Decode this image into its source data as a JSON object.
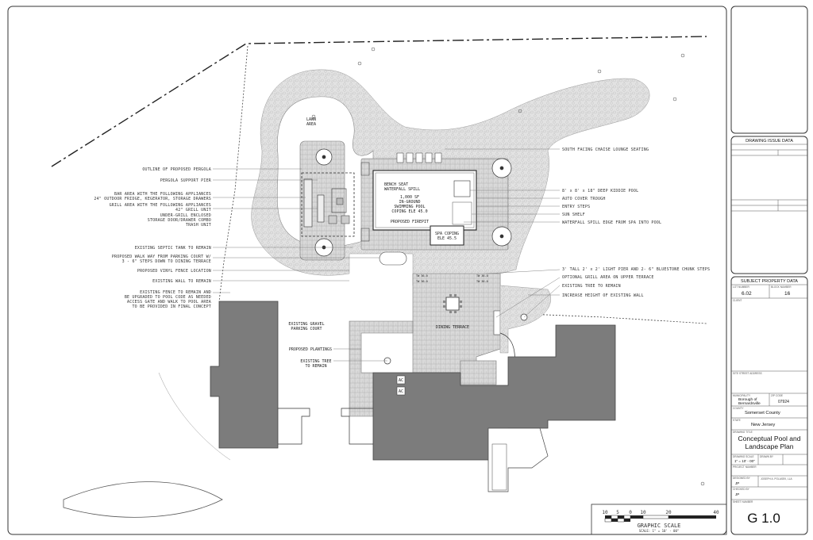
{
  "left_notes": [
    {
      "text": "OUTLINE OF PROPOSED PERGOLA"
    },
    {
      "text": "PERGOLA SUPPORT PIER"
    },
    {
      "text": "BAR AREA WITH THE FOLLOWING APPLIANCES"
    },
    {
      "text": "24\" OUTDOOR FRIDGE, KEGERATOR, STORAGE DRAWERS"
    },
    {
      "text": "GRILL AREA WITH THE FOLLOWING APPLIANCES"
    },
    {
      "text": "42\" GRILL UNIT"
    },
    {
      "text": "UNDER-GRILL ENCLOSED"
    },
    {
      "text": "STORAGE DOOR/DRAWER COMBO"
    },
    {
      "text": "TRASH UNIT"
    },
    {
      "text": "EXISTING SEPTIC TANK TO REMAIN"
    },
    {
      "text": "PROPOSED WALK WAY FROM PARKING COURT W/"
    },
    {
      "text": "3 - 6\" STEPS DOWN TO DINING TERRACE"
    },
    {
      "text": "PROPOSED VINYL FENCE LOCATION"
    },
    {
      "text": "EXISTING WALL TO REMAIN"
    },
    {
      "text": "EXISTING FENCE TO REMAIN AND"
    },
    {
      "text": "BE UPGRADED TO POOL CODE AS NEEDED"
    },
    {
      "text": "ACCESS GATE AND WALK TO POOL AREA"
    },
    {
      "text": "TO BE PROVIDED IN FINAL CONCEPT"
    }
  ],
  "right_notes": [
    {
      "text": "SOUTH FACING CHAISE LOUNGE SEATING"
    },
    {
      "text": "8' x 8' x 18\" DEEP KIDDIE POOL"
    },
    {
      "text": "AUTO COVER TROUGH"
    },
    {
      "text": "ENTRY STEPS"
    },
    {
      "text": "SUN SHELF"
    },
    {
      "text": "WATERFALL SPILL EDGE FROM SPA INTO POOL"
    },
    {
      "text": "3' TALL 2' x 2' LIGHT PIER AND 2- 6\" BLUESTONE CHUNK STEPS"
    },
    {
      "text": "OPTIONAL GRILL AREA ON UPPER TERRACE"
    },
    {
      "text": "EXISTING TREE TO REMAIN"
    },
    {
      "text": "INCREASE HEIGHT OF EXISTING WALL"
    }
  ],
  "plan_labels": {
    "lawn_1": "LAWN",
    "lawn_2": "AREA",
    "pool_1": "BENCH SEAT",
    "pool_2": "WATERFALL SPILL",
    "pool_3": "1,000 SF",
    "pool_4": "IN-GROUND",
    "pool_5": "SWIMMING POOL",
    "pool_6": "COPING ELE 45.0",
    "firepit": "PROPOSED FIREPIT",
    "spa_1": "SPA COPING",
    "spa_2": "ELE 45.5",
    "dining": "DINING TERRACE",
    "gravel_1": "EXISTING GRAVEL",
    "gravel_2": "PARKING COURT",
    "plantings": "PROPOSED PLANTINGS",
    "tree_1": "EXISTING TREE",
    "tree_2": "TO REMAIN",
    "ac": "AC",
    "elev_a": "TW 36.0",
    "elev_b": "TW 36.0",
    "elev_c": "TW 36.0",
    "elev_d": "TW 36.0"
  },
  "graphic_scale": {
    "title": "GRAPHIC SCALE",
    "subtitle": "SCALE: 1\" = 10' - 00\"",
    "ticks": [
      "10",
      "5",
      "0",
      "10",
      "20",
      "40"
    ]
  },
  "title_block": {
    "drawing_issue_header": "DRAWING ISSUE DATA",
    "subject_header": "SUBJECT PROPERTY DATA",
    "lot_label": "LOT NUMBER",
    "block_label": "BLOCK NUMBER",
    "lot_value": "6.02",
    "block_value": "16",
    "client_label": "CLIENT",
    "site_address_label": "SITE STREET ADDRESS",
    "municipality_label": "MUNICIPALITY",
    "municipality_1": "Borough of",
    "municipality_2": "Bernardsville",
    "zip_label": "ZIP CODE",
    "zip_value": "07924",
    "county_label": "COUNTY",
    "county_value": "Somerset County",
    "state_label": "STATE",
    "state_value": "New Jersey",
    "drawing_title_label": "DRAWING TITLE",
    "drawing_title_1": "Conceptual Pool and",
    "drawing_title_2": "Landscape Plan",
    "drawing_scale_label": "DRAWING SCALE",
    "drawing_scale_value": "1\" = 10' - 00\"",
    "drawn_by_label": "DRAWN BY",
    "project_number_label": "PROJECT NUMBER",
    "designed_by_label": "DESIGNED BY",
    "designed_by_value": "JP",
    "checked_by_label": "CHECKED BY",
    "checked_by_value": "JP",
    "sheet_label": "SHEET NUMBER",
    "sheet_value": "G 1.0",
    "firm_value": "JOSEPH A. POLASEK, LLA"
  }
}
